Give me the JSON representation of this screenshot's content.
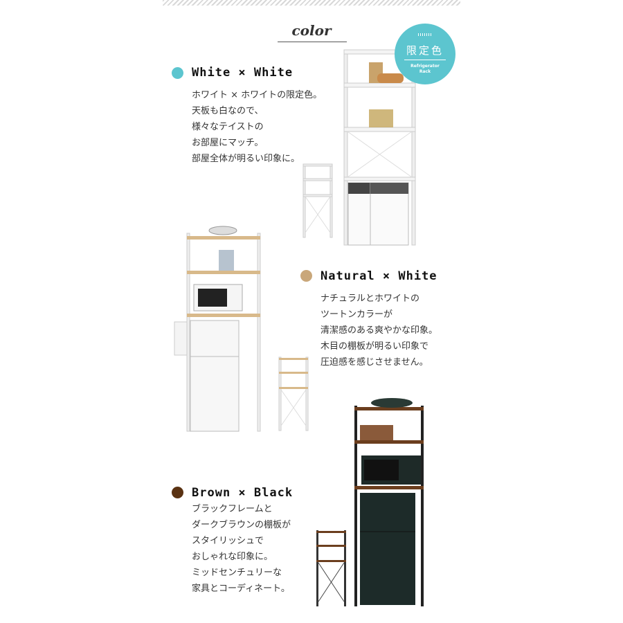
{
  "header": {
    "title": "color"
  },
  "badge": {
    "label": "限定色",
    "sublabel_1": "Refrigerator",
    "sublabel_2": "Rack"
  },
  "colors": {
    "white_white": "#5cc5cf",
    "natural_white": "#c9a77a",
    "brown_black": "#5a3212"
  },
  "sections": [
    {
      "title": "White × White",
      "lines": [
        "ホワイト × ホワイトの限定色。",
        "天板も白なので、",
        "様々なテイストの",
        "お部屋にマッチ。",
        "部屋全体が明るい印象に。"
      ]
    },
    {
      "title": "Natural × White",
      "lines": [
        "ナチュラルとホワイトの",
        "ツートンカラーが",
        "清潔感のある爽やかな印象。",
        "木目の棚板が明るい印象で",
        "圧迫感を感じさせません。"
      ]
    },
    {
      "title": "Brown × Black",
      "lines": [
        "ブラックフレームと",
        "ダークブラウンの棚板が",
        "スタイリッシュで",
        "おしゃれな印象に。",
        "ミッドセンチュリーな",
        "家具とコーディネート。"
      ]
    }
  ]
}
